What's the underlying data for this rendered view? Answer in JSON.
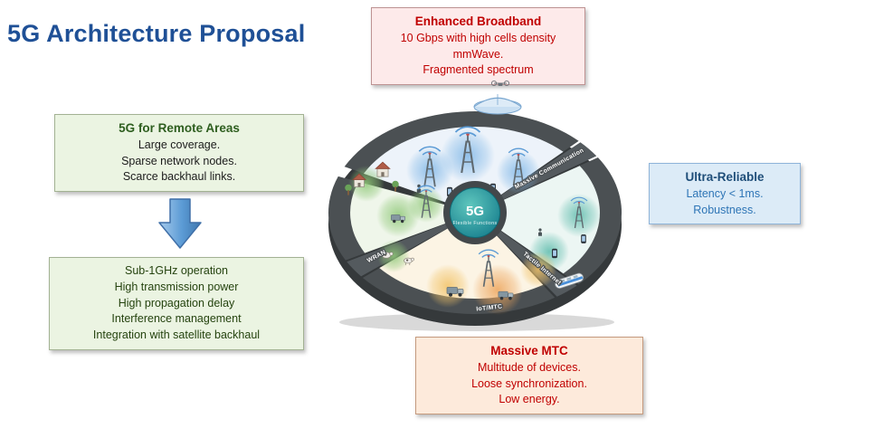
{
  "title": "5G Architecture Proposal",
  "callouts": {
    "enhanced_broadband": {
      "title": "Enhanced Broadband",
      "lines": [
        "10 Gbps with high cells density",
        "mmWave.",
        "Fragmented spectrum"
      ]
    },
    "remote_areas": {
      "title": "5G for Remote Areas",
      "lines": [
        "Large coverage.",
        "Sparse network nodes.",
        "Scarce backhaul links."
      ]
    },
    "remote_areas_solution": {
      "lines": [
        "Sub-1GHz operation",
        "High transmission power",
        "High propagation delay",
        "Interference management",
        "Integration with satellite backhaul"
      ]
    },
    "ultra_reliable": {
      "title": "Ultra-Reliable",
      "lines": [
        "Latency < 1ms.",
        "Robustness."
      ]
    },
    "massive_mtc": {
      "title": "Massive MTC",
      "lines": [
        "Multitude of devices.",
        "Loose synchronization.",
        "Low energy."
      ]
    }
  },
  "diagram": {
    "center": {
      "big": "5G",
      "small": "Flexible Functions"
    },
    "sectors": [
      {
        "label": "Massive Communication",
        "accent": "#5b9bd5"
      },
      {
        "label": "Tactile Internet",
        "accent": "#2e9b8f"
      },
      {
        "label": "IoT/MTC",
        "accent": "#e8a33d"
      },
      {
        "label": "WRAN",
        "accent": "#70ad47"
      }
    ]
  },
  "colors": {
    "title_text": "#1f5096",
    "broadband_text": "#c00000",
    "remote_title": "#2e5e1f",
    "ultra_text": "#1f4e79",
    "mtc_text": "#c00000",
    "arrow_fill": "#5b9bd5"
  }
}
